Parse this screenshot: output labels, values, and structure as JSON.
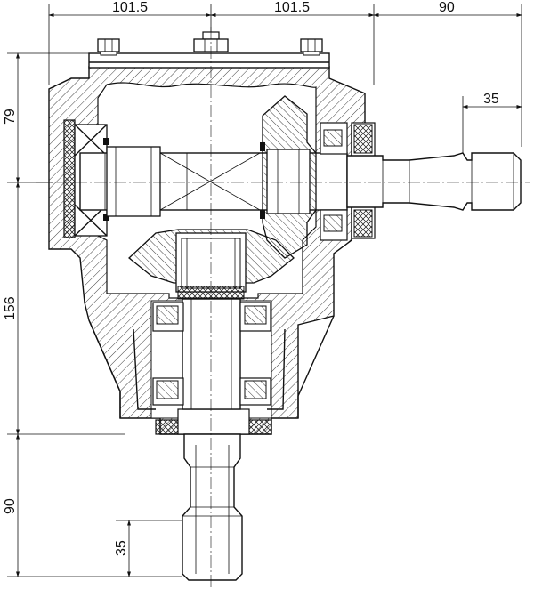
{
  "dimensions": {
    "top_left_width": "101.5",
    "top_right_width": "101.5",
    "top_shaft_length": "90",
    "side_shaft_key": "35",
    "left_upper_height": "79",
    "left_lower_height": "156",
    "bottom_shaft_length": "90",
    "bottom_shaft_key": "35"
  },
  "colors": {
    "line": "#111111",
    "background": "#ffffff"
  },
  "icons": {
    "bolt": "hex-bolt-icon",
    "bearing": "tapered-roller-bearing-icon",
    "gear": "bevel-gear-icon",
    "seal": "oil-seal-icon"
  }
}
